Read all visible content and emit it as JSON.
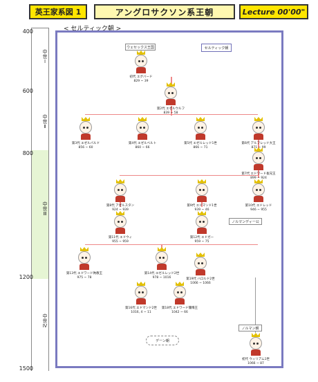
{
  "header": {
    "series": "英王家系図 1",
    "title": "アングロサクソン系王朝",
    "lecture": "Lecture 00'00\""
  },
  "era_header": "< セルティック朝 >",
  "timeline": {
    "years": [
      "400",
      "600",
      "800",
      "1200",
      "1500"
    ],
    "periods": [
      "中世Ⅰ",
      "中世Ⅱ",
      "中世Ⅲ",
      "中世Ⅳ"
    ]
  },
  "boxes": {
    "wessex": "ウェセックス王国",
    "celtic": "セルティック朝",
    "normandy": "ノルマンディー公",
    "norman": "ノルマン朝",
    "danish": "デーン朝"
  },
  "people": [
    {
      "name": "初代 エグバード",
      "years": "829 ~ 39"
    },
    {
      "name": "第2代 エゼルウルフ",
      "years": "839 ~ 58"
    },
    {
      "name": "第3代 エゼルバルド",
      "years": "856 ~ 60"
    },
    {
      "name": "第4代 エゼルベルト",
      "years": "860 ~ 66"
    },
    {
      "name": "第5代 エゼルレッド1世",
      "years": "866 ~ 71"
    },
    {
      "name": "第6代 アルフレッド大王",
      "years": "871 ~ 99"
    },
    {
      "name": "第7代 エドワード長兄王",
      "years": "899 ~ 924"
    },
    {
      "name": "第8代 アゼルスタン",
      "years": "924 ~ 939"
    },
    {
      "name": "第9代 エドマンド1世",
      "years": "939 ~ 46"
    },
    {
      "name": "第10代 エドレッド",
      "years": "946 ~ 955"
    },
    {
      "name": "第11代 エドウィ",
      "years": "955 ~ 959"
    },
    {
      "name": "第12代 エドガー",
      "years": "959 ~ 75"
    },
    {
      "name": "第13代 エドワード殉教王",
      "years": "975 ~ 78"
    },
    {
      "name": "第14代 エゼルレッド2世",
      "years": "978 ~ 1016"
    },
    {
      "name": "第16代 エドマンド2世",
      "years": "1016, 4 ~ 11"
    },
    {
      "name": "第18代 エドワード懺悔王",
      "years": "1042 ~ 66"
    },
    {
      "name": "第19代 ハロルド2世",
      "years": "1066 ~ 1066"
    },
    {
      "name": "初代 ウィリアム1世",
      "years": "1066 ~ 87"
    }
  ]
}
